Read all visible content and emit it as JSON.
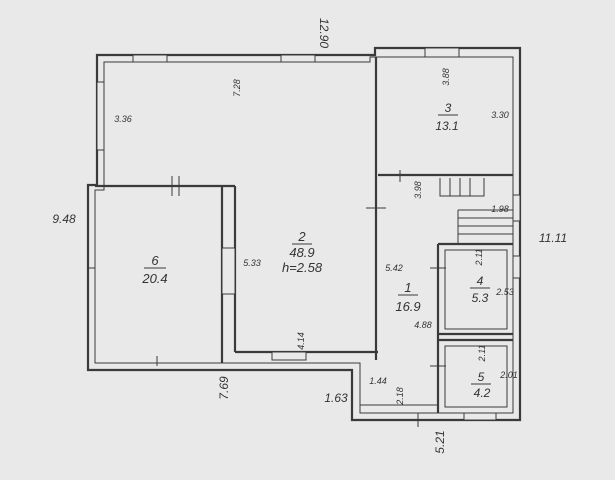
{
  "rooms": [
    {
      "number": "1",
      "area": "16.9"
    },
    {
      "number": "2",
      "area": "48.9",
      "height": "h=2.58"
    },
    {
      "number": "3",
      "area": "13.1"
    },
    {
      "number": "4",
      "area": "5.3"
    },
    {
      "number": "5",
      "area": "4.2"
    },
    {
      "number": "6",
      "area": "20.4"
    }
  ],
  "dimensions": {
    "overall_width": "12.90",
    "left_height": "9.48",
    "right_height": "11.11",
    "bottom_left": "7.69",
    "bottom_step": "1.63",
    "bottom_right": "5.21",
    "d_7_28": "7.28",
    "d_3_36": "3.36",
    "d_3_88": "3.88",
    "d_3_30": "3.30",
    "d_3_98": "3.98",
    "d_1_98": "1.98",
    "d_5_33": "5.33",
    "d_5_42": "5.42",
    "d_4_14": "4.14",
    "d_4_88": "4.88",
    "d_2_11a": "2.11",
    "d_2_53": "2.53",
    "d_2_11b": "2.11",
    "d_2_01": "2.01",
    "d_1_44": "1.44",
    "d_2_18": "2.18"
  }
}
